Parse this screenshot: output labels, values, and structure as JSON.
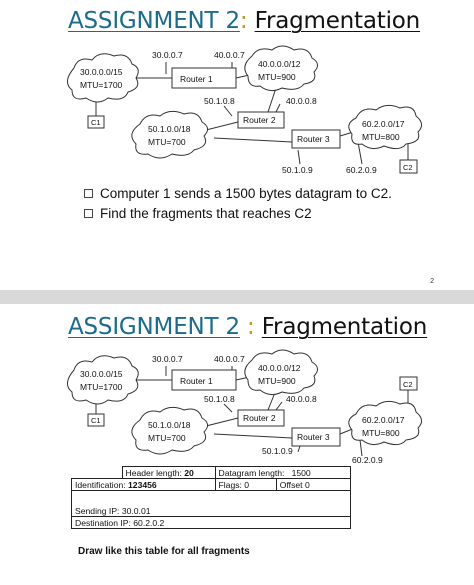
{
  "slide1": {
    "title_main": "ASSIGNMENT 2",
    "title_sep": ": ",
    "title_topic": "Fragmentation",
    "net": {
      "net_left_addr": "30.0.0.0/15",
      "net_left_mtu": "MTU=1700",
      "net_top_addr": "40.0.0.0/12",
      "net_top_mtu": "MTU=900",
      "net_bottom_addr": "50.1.0.0/18",
      "net_bottom_mtu": "MTU=700",
      "net_right_addr": "60.2.0.0/17",
      "net_right_mtu": "MTU=800",
      "router1": "Router 1",
      "router2": "Router 2",
      "router3": "Router 3",
      "c1": "C1",
      "c2": "C2",
      "ip_r1_left": "30.0.0.7",
      "ip_r1_right": "40.0.0.7",
      "ip_r2_bottom": "50.1.0.8",
      "ip_r2_top": "40.0.0.8",
      "ip_r3_left": "50.1.0.9",
      "ip_r3_right": "60.2.0.9"
    },
    "bullets": [
      "Computer 1 sends a 1500 bytes datagram to C2.",
      "Find the fragments that reaches C2"
    ],
    "page_number": "2"
  },
  "slide2": {
    "title_main": "ASSIGNMENT 2",
    "title_sep": " : ",
    "title_topic": "Fragmentation",
    "net": {
      "net_left_addr": "30.0.0.0/15",
      "net_left_mtu": "MTU=1700",
      "net_top_addr": "40.0.0.0/12",
      "net_top_mtu": "MTU=900",
      "net_bottom_addr": "50.1.0.0/18",
      "net_bottom_mtu": "MTU=700",
      "net_right_addr": "60.2.0.0/17",
      "net_right_mtu": "MTU=800",
      "router1": "Router 1",
      "router2": "Router 2",
      "router3": "Router 3",
      "c1": "C1",
      "c2": "C2",
      "ip_r1_left": "30.0.0.7",
      "ip_r1_right": "40.0.0.7",
      "ip_r2_bottom": "50.1.0.8",
      "ip_r2_top": "40.0.0.8",
      "ip_r3_left": "50.1.0.9",
      "ip_r3_right": "60.2.0.9"
    },
    "table": {
      "header_length_label": "Header length:",
      "header_length_value": "20",
      "datagram_length_label": "Datagram length:",
      "datagram_length_value": "1500",
      "identification_label": "Identification:",
      "identification_value": "123456",
      "flags_label": "Flags:",
      "flags_value": "0",
      "offset_label": "Offset",
      "offset_value": "0",
      "sending_ip_label": "Sending IP:",
      "sending_ip_value": "30.0.01",
      "destination_ip_label": "Destination IP:",
      "destination_ip_value": "60.2.0.2"
    },
    "instruction": "Draw like this table for all fragments"
  }
}
